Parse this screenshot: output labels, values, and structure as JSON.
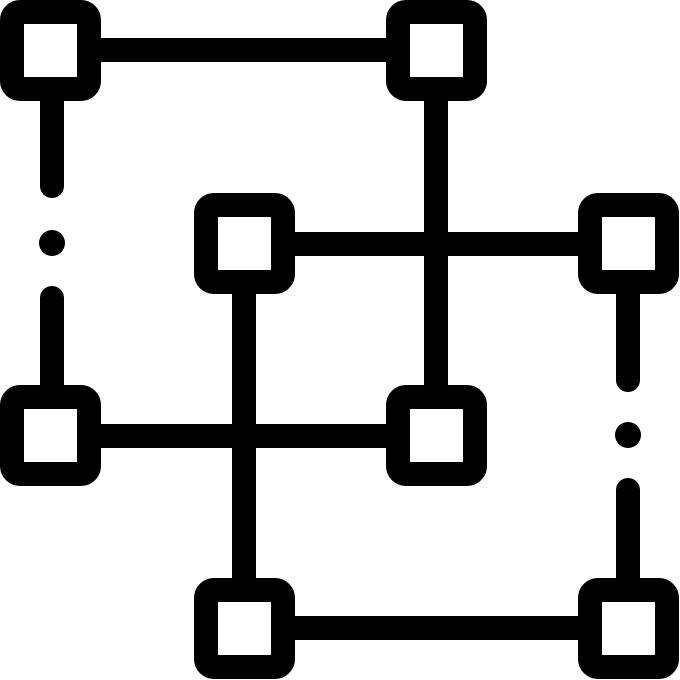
{
  "icon": {
    "name": "network-nodes-icon",
    "stroke_color": "#000000",
    "background_color": "#ffffff",
    "nodes": [
      "node-top-left",
      "node-top-middle",
      "node-center-left",
      "node-center-right",
      "node-middle-left",
      "node-middle-center",
      "node-bottom-middle",
      "node-bottom-right"
    ]
  }
}
